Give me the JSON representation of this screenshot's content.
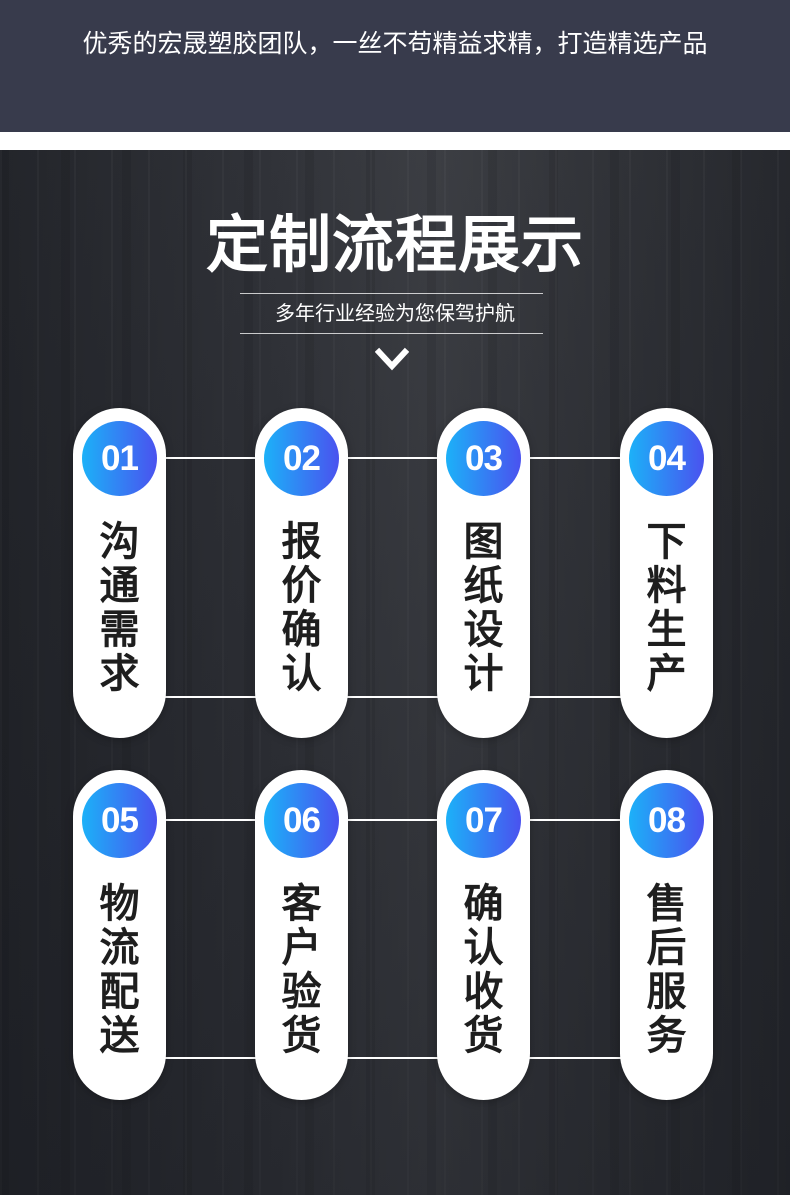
{
  "header": {
    "slogan": "优秀的宏晟塑胶团队，一丝不苟精益求精，打造精选产品"
  },
  "section": {
    "title": "定制流程展示",
    "subtitle": "多年行业经验为您保驾护航",
    "divider_icon": "chevron-down-icon"
  },
  "steps": [
    {
      "number": "01",
      "label": "沟通需求"
    },
    {
      "number": "02",
      "label": "报价确认"
    },
    {
      "number": "03",
      "label": "图纸设计"
    },
    {
      "number": "04",
      "label": "下料生产"
    },
    {
      "number": "05",
      "label": "物流配送"
    },
    {
      "number": "06",
      "label": "客户验货"
    },
    {
      "number": "07",
      "label": "确认收货"
    },
    {
      "number": "08",
      "label": "售后服务"
    }
  ],
  "colors": {
    "header_bg": "#383b4c",
    "badge_start": "#1cb1f8",
    "badge_end": "#4a52ef"
  }
}
